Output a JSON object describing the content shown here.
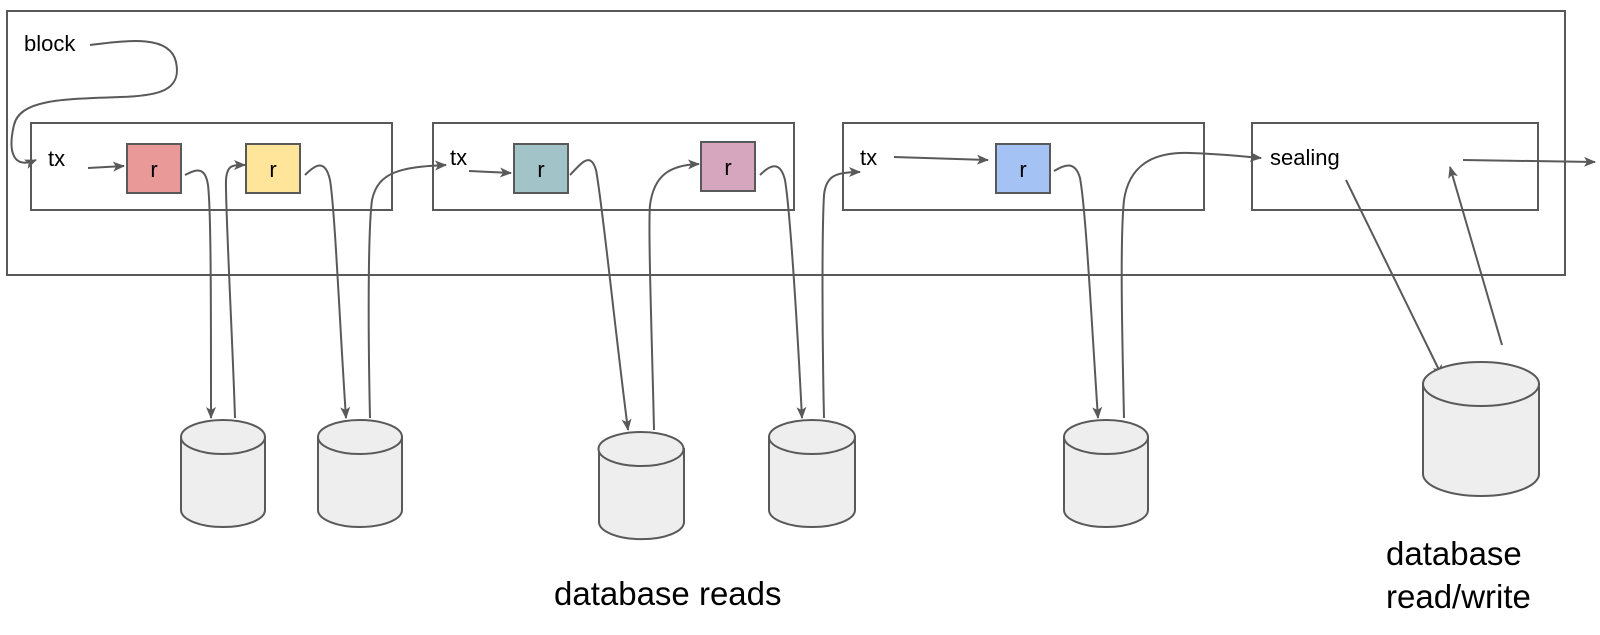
{
  "block": {
    "label": "block"
  },
  "stages": [
    {
      "id": "tx1",
      "label": "tx",
      "reads": [
        {
          "label": "r",
          "color": "#ea9999"
        },
        {
          "label": "r",
          "color": "#ffe599"
        }
      ]
    },
    {
      "id": "tx2",
      "label": "tx",
      "reads": [
        {
          "label": "r",
          "color": "#a2c4c9"
        },
        {
          "label": "r",
          "color": "#d5a6bd"
        }
      ]
    },
    {
      "id": "tx3",
      "label": "tx",
      "reads": [
        {
          "label": "r",
          "color": "#a4c2f4"
        }
      ]
    },
    {
      "id": "sealing",
      "label": "sealing",
      "reads": []
    }
  ],
  "databases": {
    "fill": "#eeeeee",
    "count_reads": 5,
    "count_read_write": 1
  },
  "captions": {
    "reads": "database reads",
    "read_write_line1": "database",
    "read_write_line2": "read/write"
  },
  "colors": {
    "stroke": "#595959"
  }
}
